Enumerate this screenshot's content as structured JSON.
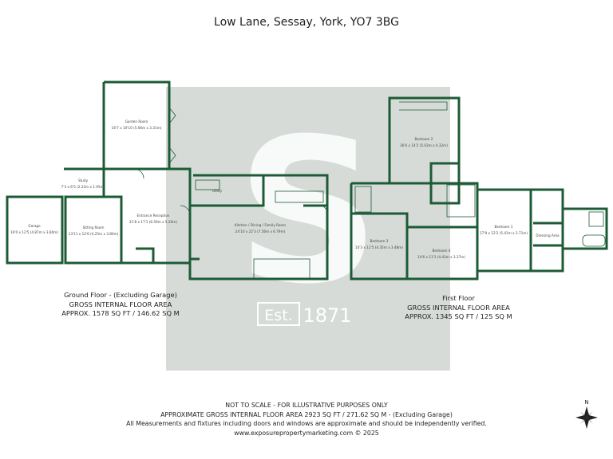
{
  "title": "Low Lane, Sessay, York, YO7 3BG",
  "watermark": {
    "letter": "S",
    "est_label": "Est.",
    "year": "1871"
  },
  "colors": {
    "wall": "#1c5b36",
    "watermark_bg": "#d6dbd8",
    "text": "#222222"
  },
  "rooms": {
    "garden_room": {
      "name": "Garden Room",
      "dims": "16'7 x 10'10 (5.06m x 3.31m)"
    },
    "study": {
      "name": "Study",
      "dims": "7'3 x 6'5 (2.22m x 1.95m)"
    },
    "garage": {
      "name": "Garage",
      "dims": "16'0 x 12'5 (4.87m x 3.80m)"
    },
    "sitting_room": {
      "name": "Sitting Room",
      "dims": "13'11 x 12'6 (4.25m x 3.80m)"
    },
    "entrance_reception": {
      "name": "Entrance Reception",
      "dims": "21'8 x 17'1 (6.59m x 5.20m)"
    },
    "utility": {
      "name": "Utility"
    },
    "kitchen_dining_family": {
      "name": "Kitchen / Dining / Family Room",
      "dims": "24'10 x 22'3 (7.56m x 6.79m)"
    },
    "bedroom_2": {
      "name": "Bedroom 2",
      "dims": "16'6 x 14'2 (5.03m x 4.32m)"
    },
    "bedroom_3": {
      "name": "Bedroom 3",
      "dims": "14'3 x 11'5 (4.35m x 3.48m)"
    },
    "bedroom_4": {
      "name": "Bedroom 4",
      "dims": "14'6 x 11'1 (4.43m x 3.37m)"
    },
    "bedroom_1": {
      "name": "Bedroom 1",
      "dims": "17'9 x 12'2 (5.41m x 3.71m)"
    },
    "dressing_area": {
      "name": "Dressing Area"
    }
  },
  "ground_floor": {
    "label": "Ground Floor - (Excluding Garage)",
    "area_heading": "GROSS INTERNAL FLOOR AREA",
    "area": "APPROX. 1578 SQ FT / 146.62 SQ M"
  },
  "first_floor": {
    "label": "First Floor",
    "area_heading": "GROSS INTERNAL FLOOR AREA",
    "area": "APPROX. 1345 SQ FT / 125 SQ M"
  },
  "footer": {
    "line1": "NOT TO SCALE - FOR ILLUSTRATIVE PURPOSES ONLY",
    "line2": "APPROXIMATE GROSS INTERNAL FLOOR AREA 2923 SQ FT / 271.62 SQ M - (Excluding Garage)",
    "line3": "All Measurements and fixtures including doors and windows are approximate and should be independently verified.",
    "line4": "www.exposurepropertymarketing.com © 2025"
  },
  "compass": {
    "north_label": "N"
  }
}
